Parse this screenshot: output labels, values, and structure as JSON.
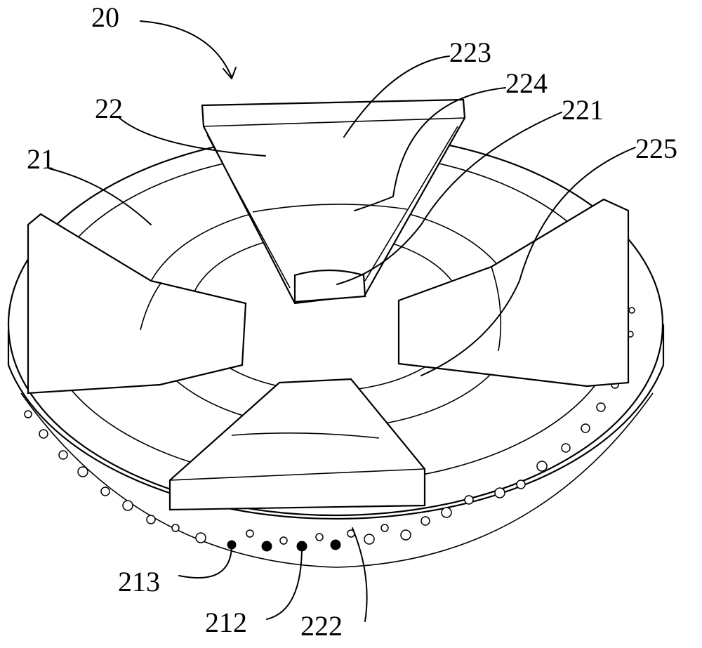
{
  "labels": {
    "l20": "20",
    "l22": "22",
    "l21": "21",
    "l223": "223",
    "l224": "224",
    "l221": "221",
    "l225": "225",
    "l213": "213",
    "l212": "212",
    "l222": "222"
  }
}
